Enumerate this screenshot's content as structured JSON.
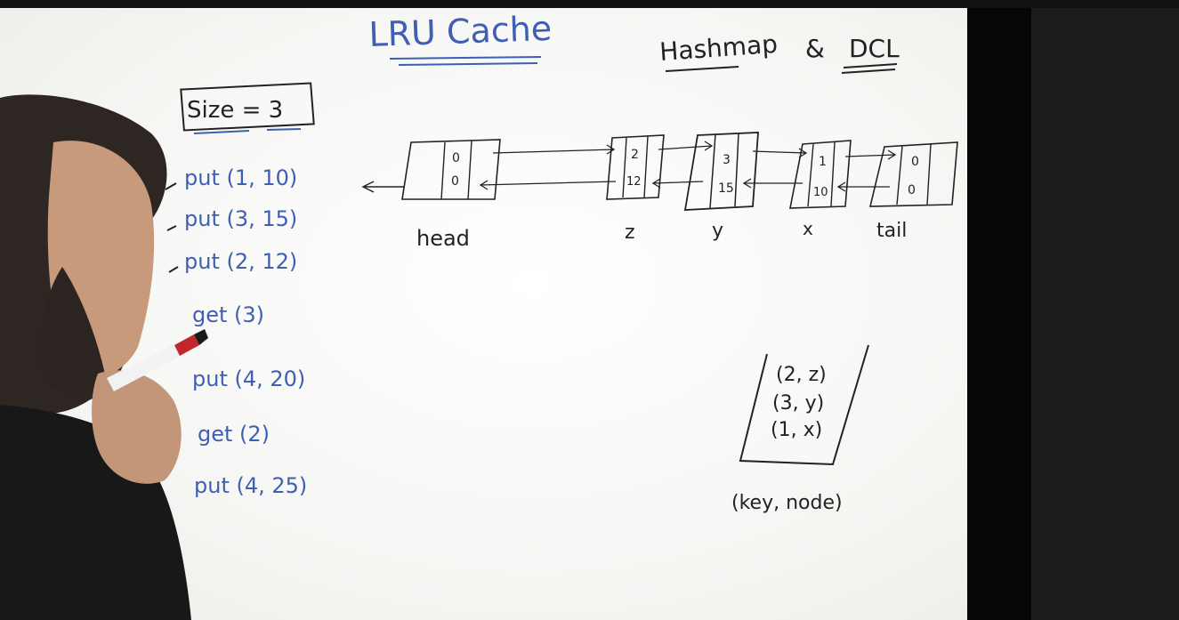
{
  "whiteboard": {
    "title": "LRU Cache",
    "approach": {
      "part1": "Hashmap",
      "amp": "&",
      "part2": "DCL"
    },
    "size_note": "Size = 3",
    "operations": [
      "put (1, 10)",
      "put (3, 15)",
      "put (2, 12)",
      "get (3)",
      "put (4, 20)",
      "get (2)",
      "put (4, 25)"
    ],
    "linked_list": {
      "nodes": [
        {
          "label": "head",
          "key": "0",
          "value": "0"
        },
        {
          "label": "z",
          "key": "2",
          "value": "12"
        },
        {
          "label": "y",
          "key": "3",
          "value": "15"
        },
        {
          "label": "x",
          "key": "1",
          "value": "10"
        },
        {
          "label": "tail",
          "key": "0",
          "value": "0"
        }
      ]
    },
    "hashmap": {
      "entries": [
        "(2, z)",
        "(3, y)",
        "(1, x)"
      ],
      "caption": "(key, node)"
    }
  },
  "colors": {
    "board": "#f7f7f5",
    "marker_blue": "#3f5fb5",
    "marker_black": "#222222",
    "letterbox": "#060606",
    "side_panel": "#1c1c1c"
  }
}
